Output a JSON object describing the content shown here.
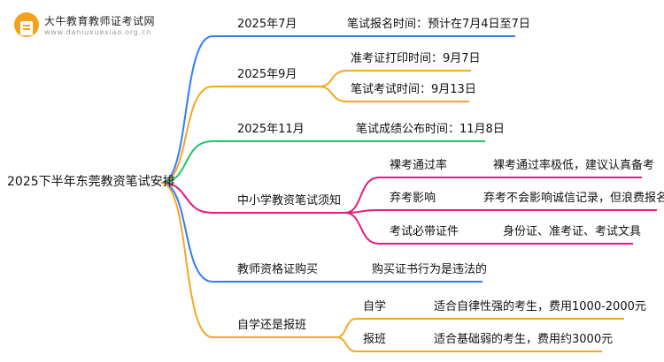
{
  "logo": {
    "title": "大牛教育教师证考试网",
    "url": "www.daniuxuexiao.org.cn"
  },
  "root": "2025下半年东莞教资笔试安排",
  "colors": {
    "blue": "#2f7df6",
    "orange": "#f5a623",
    "green": "#17c964",
    "pink": "#e8197d"
  },
  "branches": [
    {
      "label": "2025年7月",
      "leaves": [
        "笔试报名时间：预计在7月4日至7日"
      ]
    },
    {
      "label": "2025年9月",
      "leaves": [
        "准考证打印时间：9月7日",
        "笔试考试时间：9月13日"
      ]
    },
    {
      "label": "2025年11月",
      "leaves": [
        "笔试成绩公布时间：11月8日"
      ]
    },
    {
      "label": "中小学教资笔试须知",
      "subs": [
        {
          "label": "裸考通过率",
          "detail": "裸考通过率极低，建议认真备考"
        },
        {
          "label": "弃考影响",
          "detail": "弃考不会影响诚信记录，但浪费报名费"
        },
        {
          "label": "考试必带证件",
          "detail": "身份证、准考证、考试文具"
        }
      ]
    },
    {
      "label": "教师资格证购买",
      "leaves": [
        "购买证书行为是违法的"
      ]
    },
    {
      "label": "自学还是报班",
      "subs": [
        {
          "label": "自学",
          "detail": "适合自律性强的考生，费用1000-2000元"
        },
        {
          "label": "报班",
          "detail": "适合基础弱的考生，费用约3000元"
        }
      ]
    }
  ]
}
